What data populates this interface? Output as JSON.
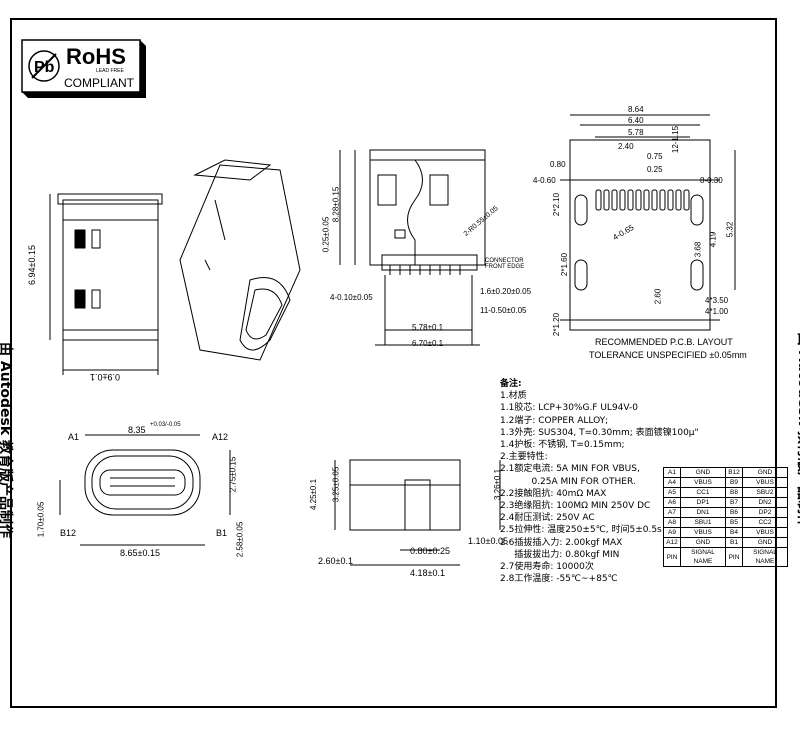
{
  "logo": {
    "title": "RoHS",
    "subtitle": "LEAD FREE",
    "compliant": "COMPLIANT"
  },
  "watermark": "由 Autodesk 教育版产品制作",
  "views": {
    "side_left": {
      "height": "6.94±0.15",
      "width": "0.9±0.1"
    },
    "top_middle": {
      "h1": "8.28±0.15",
      "h2": "0.25±0.05",
      "r": "2-R0.55±0.05",
      "w1": "4-0.10±0.05",
      "w2": "1.6±0.20±0.05",
      "w3": "11-0.50±0.05",
      "w4": "5.78±0.1",
      "w5": "6.70±0.1",
      "edge": "CONNECTOR\nFRONT EDGE"
    },
    "pcb": {
      "d1": "8.64",
      "d2": "6.40",
      "d3": "5.78",
      "d4": "2.40",
      "d5": "0.75",
      "d6": "0.25",
      "d7": "0.80",
      "d8": "4-0.60",
      "d9": "8-0.30",
      "d10": "12-1.15",
      "d11": "2*2.10",
      "d12": "4-0.65",
      "d13": "3.68",
      "d14": "4.19",
      "d15": "5.32",
      "d16": "2*1.60",
      "d17": "2*1.20",
      "d18": "2.60",
      "d19": "4*3.50",
      "d20": "4*1.00"
    },
    "front": {
      "a1": "A1",
      "a12": "A12",
      "b12": "B12",
      "b1": "B1",
      "w_top": "8.35",
      "tol_top": "+0.03/-0.05",
      "w_bot": "8.65±0.15",
      "h_right": "2.75±0.15",
      "h_left": "1.70±0.05",
      "h_bot": "2.58±0.05"
    },
    "side_right": {
      "h1": "4.25±0.1",
      "h2": "3.25±0.05",
      "h3": "3.26±0.1",
      "w1": "2.60±0.1",
      "w2": "0.80±0.25",
      "w3": "4.18±0.1",
      "w4": "1.10±0.05"
    }
  },
  "pcb_caption": {
    "line1": "RECOMMENDED  P.C.B. LAYOUT",
    "line2": "TOLERANCE UNSPECIFIED ±0.05mm"
  },
  "notes": {
    "heading": "备注:",
    "lines": [
      "1.材质",
      "1.1胶芯: LCP+30%G.F UL94V-0",
      "1.2端子: COPPER ALLOY;",
      "1.3外壳: SUS304, T=0.30mm; 表面镀镍100μ\"",
      "1.4护板: 不锈钢, T=0.15mm;",
      "2.主要特性:",
      "2.1额定电流: 5A MIN FOR VBUS,",
      "           0.25A MIN FOR OTHER.",
      "2.2接触阻抗: 40mΩ MAX",
      "2.3绝缘阻抗: 100MΩ MIN 250V DC",
      "2.4耐压测试: 250V AC",
      "2.5拉伸性: 温度250±5℃, 时间5±0.5s",
      "2.6插拔插入力: 2.00kgf MAX",
      "     插拔拔出力: 0.80kgf MIN",
      "2.7使用寿命: 10000次",
      "2.8工作温度: -55℃~+85℃"
    ]
  },
  "pin_table": {
    "rows": [
      [
        "A1",
        "GND",
        "B12",
        "GND"
      ],
      [
        "A4",
        "VBUS",
        "B9",
        "VBUS"
      ],
      [
        "A5",
        "CC1",
        "B8",
        "SBU2"
      ],
      [
        "A6",
        "DP1",
        "B7",
        "DN2"
      ],
      [
        "A7",
        "DN1",
        "B6",
        "DP2"
      ],
      [
        "A8",
        "SBU1",
        "B5",
        "CC2"
      ],
      [
        "A9",
        "VBUS",
        "B4",
        "VBUS"
      ],
      [
        "A12",
        "GND",
        "B1",
        "GND"
      ]
    ],
    "header": [
      "PIN",
      "SIGNAL NAME",
      "PIN",
      "SIGNAL NAME"
    ]
  }
}
